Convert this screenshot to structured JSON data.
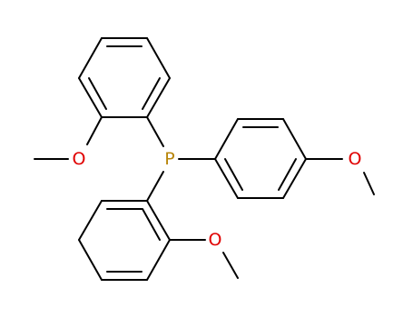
{
  "molecule": {
    "atoms": [
      {
        "id": "P",
        "symbol": "P",
        "color": "#b8860b"
      },
      {
        "id": "O1",
        "symbol": "O",
        "color": "#e00000"
      },
      {
        "id": "O2",
        "symbol": "O",
        "color": "#e00000"
      },
      {
        "id": "O3",
        "symbol": "O",
        "color": "#e00000"
      }
    ],
    "bond_color": "#000000"
  }
}
